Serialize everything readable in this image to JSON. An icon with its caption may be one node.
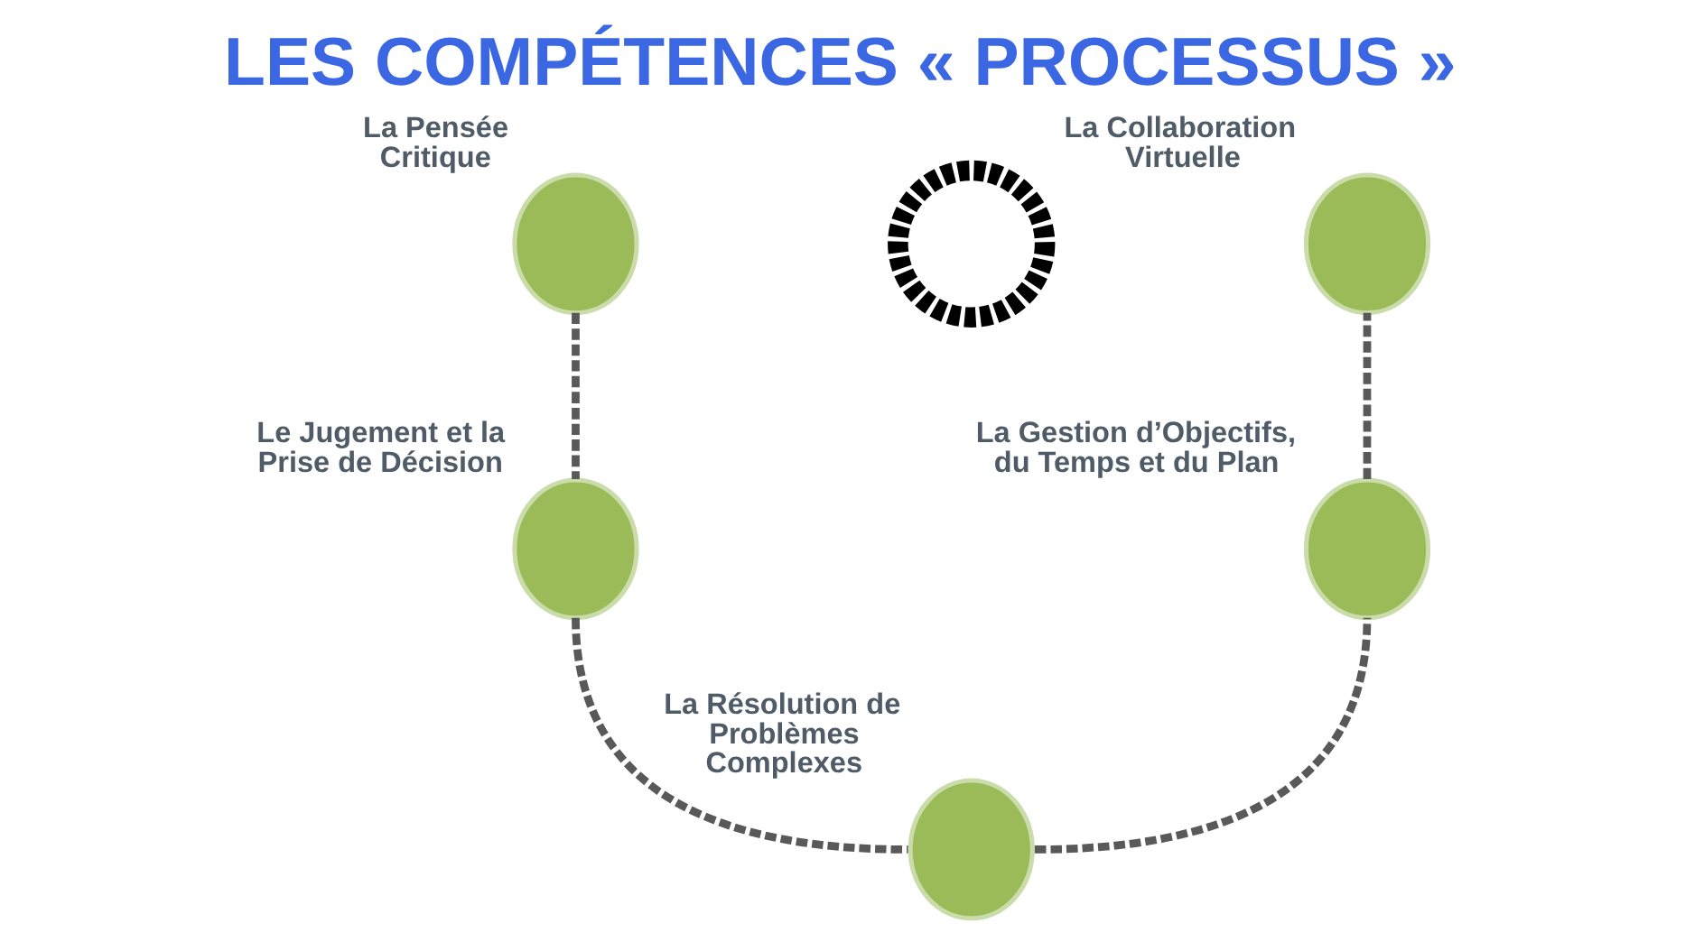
{
  "diagram": {
    "title": "LES COMPÉTENCES « PROCESSUS »",
    "nodes": [
      {
        "text": [],
        "shape": "circle",
        "beside": [
          "La Pensée Critique"
        ]
      },
      {
        "text": [],
        "shape": "circle",
        "beside": [
          "Le Jugement et la Prise de Décision"
        ]
      },
      {
        "text": [],
        "shape": "circle",
        "beside": [
          "La Résolution de Problèmes Complexes"
        ]
      },
      {
        "text": [],
        "shape": "circle",
        "beside": [
          "La Gestion d’Objectifs, du Temps et du Plan"
        ]
      },
      {
        "text": [],
        "shape": "circle",
        "beside": [
          "La Collaboration Virtuelle"
        ]
      },
      {
        "text": [],
        "shape": "circle"
      }
    ],
    "edges": [
      {
        "from": 0,
        "to": 1,
        "arrow": "none",
        "style": "dashed"
      },
      {
        "from": 1,
        "to": 2,
        "arrow": "none",
        "style": "dashed"
      },
      {
        "from": 2,
        "to": 3,
        "arrow": "none",
        "style": "dashed"
      },
      {
        "from": 3,
        "to": 4,
        "arrow": "none",
        "style": "dashed"
      }
    ]
  }
}
